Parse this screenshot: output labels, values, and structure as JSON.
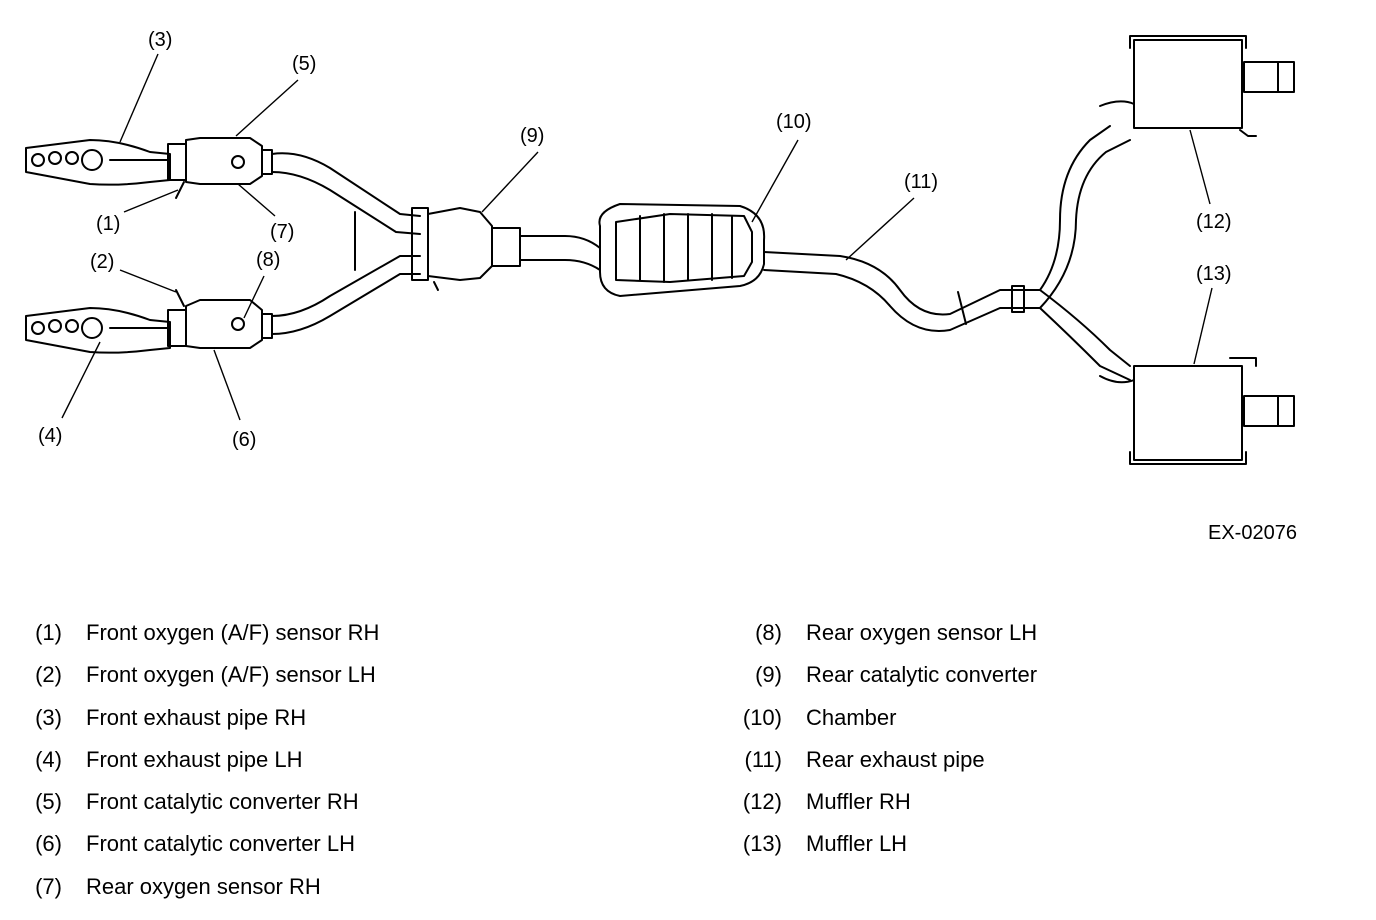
{
  "diagram": {
    "figure_code": "EX-02076",
    "callouts": [
      "(1)",
      "(2)",
      "(3)",
      "(4)",
      "(5)",
      "(6)",
      "(7)",
      "(8)",
      "(9)",
      "(10)",
      "(11)",
      "(12)",
      "(13)"
    ]
  },
  "legend": {
    "left": [
      {
        "num": "(1)",
        "label": "Front oxygen (A/F) sensor RH"
      },
      {
        "num": "(2)",
        "label": "Front oxygen (A/F) sensor LH"
      },
      {
        "num": "(3)",
        "label": "Front exhaust pipe RH"
      },
      {
        "num": "(4)",
        "label": "Front exhaust pipe LH"
      },
      {
        "num": "(5)",
        "label": "Front catalytic converter RH"
      },
      {
        "num": "(6)",
        "label": "Front catalytic converter LH"
      },
      {
        "num": "(7)",
        "label": "Rear oxygen sensor RH"
      }
    ],
    "right": [
      {
        "num": "(8)",
        "label": "Rear oxygen sensor LH"
      },
      {
        "num": "(9)",
        "label": "Rear catalytic converter"
      },
      {
        "num": "(10)",
        "label": "Chamber"
      },
      {
        "num": "(11)",
        "label": "Rear exhaust pipe"
      },
      {
        "num": "(12)",
        "label": "Muffler RH"
      },
      {
        "num": "(13)",
        "label": "Muffler LH"
      }
    ]
  }
}
